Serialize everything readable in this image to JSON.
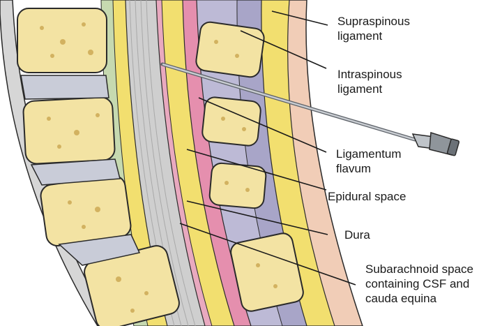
{
  "labels": {
    "supraspinous": {
      "line1": "Supraspinous",
      "line2": "ligament"
    },
    "intraspinous": {
      "line1": "Intraspinous",
      "line2": "ligament"
    },
    "flavum": {
      "line1": "Ligamentum",
      "line2": "flavum"
    },
    "epidural": {
      "line1": "Epidural space"
    },
    "dura": {
      "line1": "Dura"
    },
    "subarachnoid": {
      "line1": "Subarachnoid space",
      "line2": "containing CSF and",
      "line3": "cauda equina"
    }
  },
  "colors": {
    "bone": "#f3e3a3",
    "bone_outline": "#2a2a2a",
    "disc": "#c9ccd8",
    "fat": "#f2df6f",
    "dura": "#e58fae",
    "csf": "#cfcfcf",
    "ligament": "#a8a5c8",
    "needle": "#9aa0a6"
  }
}
